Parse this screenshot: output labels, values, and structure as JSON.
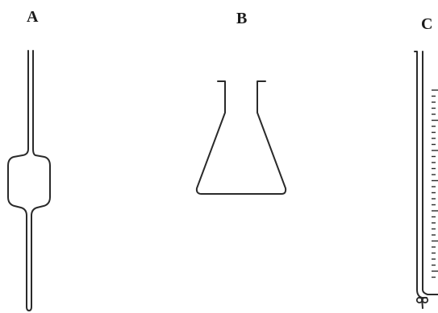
{
  "labels": {
    "a": "A",
    "b": "B",
    "c": "C"
  },
  "apparatus": [
    {
      "label": "A",
      "icon": "volumetric-pipette-icon"
    },
    {
      "label": "B",
      "icon": "erlenmeyer-flask-icon"
    },
    {
      "label": "C",
      "icon": "burette-icon"
    }
  ]
}
